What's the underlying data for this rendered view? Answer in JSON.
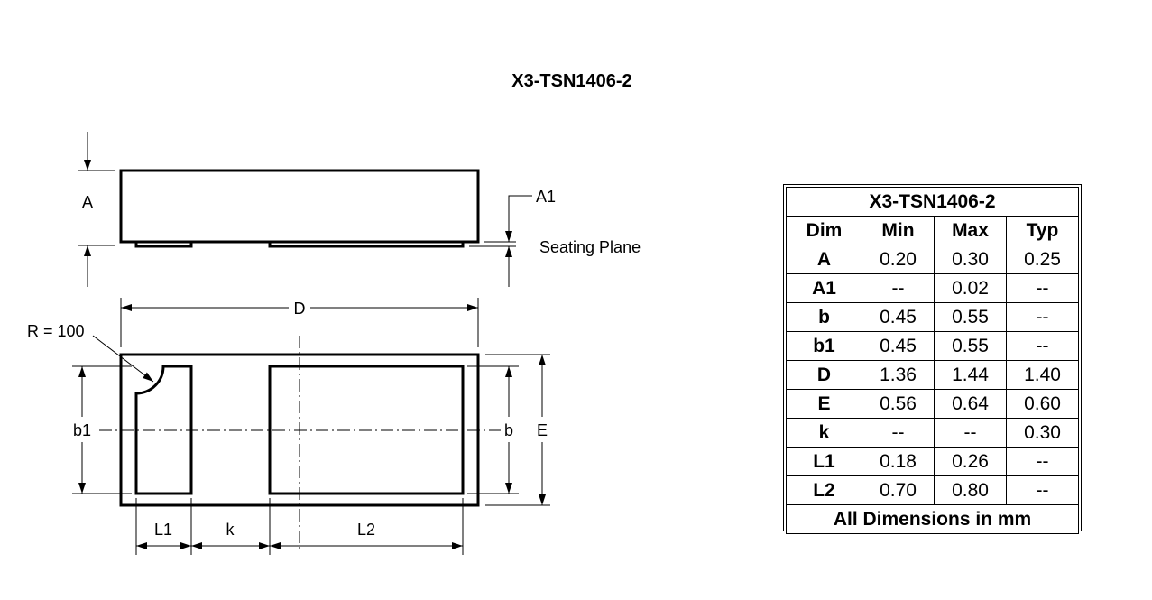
{
  "title": "X3-TSN1406-2",
  "labels": {
    "A": "A",
    "A1": "A1",
    "seating_plane": "Seating Plane",
    "D": "D",
    "R": "R = 100",
    "b1": "b1",
    "b": "b",
    "E": "E",
    "L1": "L1",
    "k": "k",
    "L2": "L2"
  },
  "table": {
    "title": "X3-TSN1406-2",
    "headers": [
      "Dim",
      "Min",
      "Max",
      "Typ"
    ],
    "rows": [
      [
        "A",
        "0.20",
        "0.30",
        "0.25"
      ],
      [
        "A1",
        "--",
        "0.02",
        "--"
      ],
      [
        "b",
        "0.45",
        "0.55",
        "--"
      ],
      [
        "b1",
        "0.45",
        "0.55",
        "--"
      ],
      [
        "D",
        "1.36",
        "1.44",
        "1.40"
      ],
      [
        "E",
        "0.56",
        "0.64",
        "0.60"
      ],
      [
        "k",
        "--",
        "--",
        "0.30"
      ],
      [
        "L1",
        "0.18",
        "0.26",
        "--"
      ],
      [
        "L2",
        "0.70",
        "0.80",
        "--"
      ]
    ],
    "footer": "All Dimensions in mm"
  }
}
